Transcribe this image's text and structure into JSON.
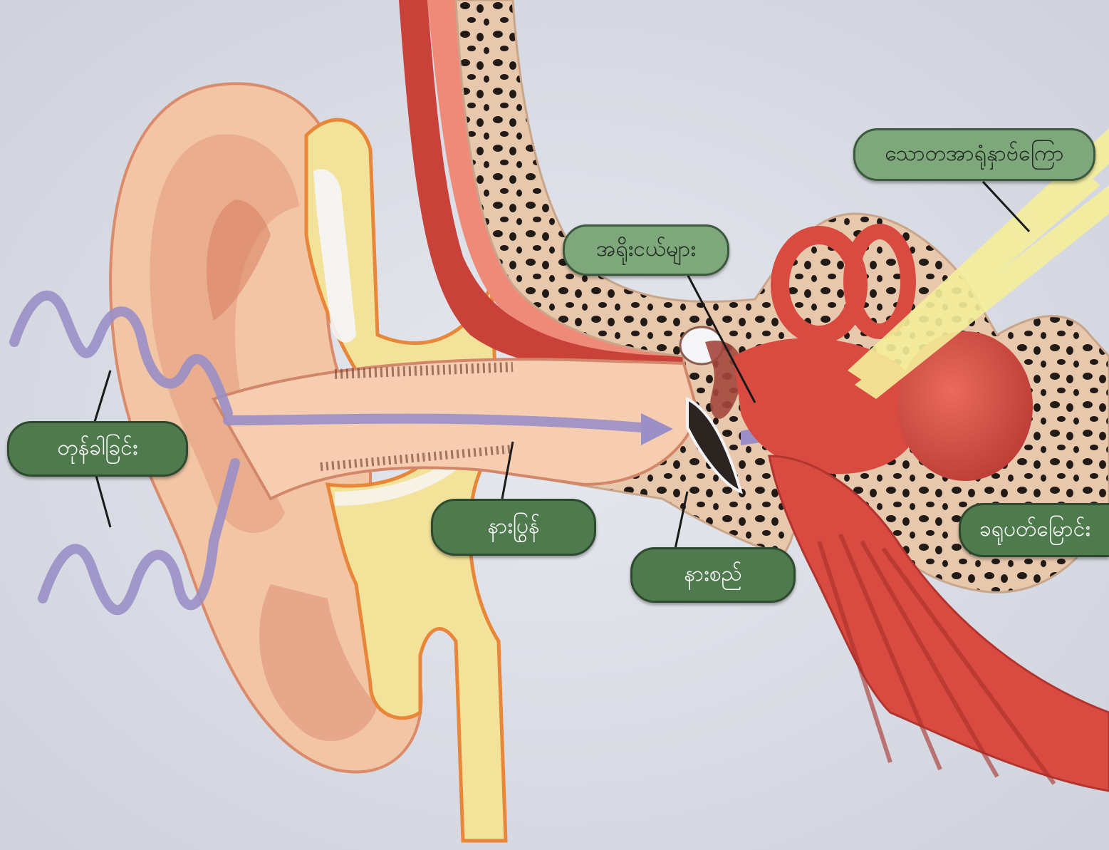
{
  "diagram": {
    "labels": {
      "vibration": "တုန်ခါခြင်း",
      "ear_canal": "နားပြွန်",
      "eardrum": "နားစည်",
      "ossicles": "အရိုးငယ်များ",
      "auditory_nerve": "သောတအာရုံနှာဗ်ကြော",
      "eustachian_tube": "ခရုပတ်မြောင်း"
    },
    "colors": {
      "label_dark": "#4f7a4e",
      "label_light": "#7ea77c",
      "skin": "#f2c5a4",
      "cartilage": "#f2e29a",
      "muscle": "#d94a40",
      "bone": "#e9cdb0",
      "sound_wave": "#9a8fc6"
    }
  }
}
